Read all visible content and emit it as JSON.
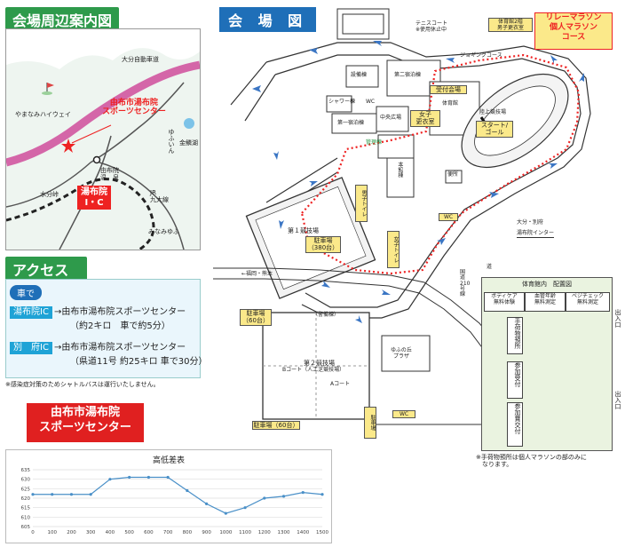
{
  "left_map": {
    "header": "会場周辺案内図",
    "labels": {
      "expressway": "大分自動車道",
      "golf": "やまなみハイウェイ",
      "venue_name": "由布市湯布院\nスポーツセンター",
      "yufuin": "ゆふいん",
      "kinrin": "金鱗湖",
      "onsen": "由布院\n温　泉",
      "jr": "JR\n九大線",
      "minami": "みなみゆふ",
      "mizuwake": "水分峠",
      "ic": "湯布院\nI・C"
    }
  },
  "access": {
    "header": "アクセス",
    "car_tag": "車で",
    "route1_ic": "湯布院IC",
    "route1_dest": "→由布市湯布院スポーツセンター",
    "route1_note": "（約2キロ　車で約5分）",
    "route2_ic": "別　府IC",
    "route2_dest": "→由布市湯布院スポーツセンター",
    "route2_note": "（県道11号 約25キロ 車で30分）",
    "note": "※感染症対策のためシャトルバスは運行いたしません。"
  },
  "venue_banner": "由布市湯布院\nスポーツセンター",
  "venue_map": {
    "header": "会 場 図",
    "tennis": "テニスコート\n※使用休止中",
    "jogging": "ジョギングコース",
    "setsubi": "設備棟",
    "dai2": "第二宿泊棟",
    "shower": "シャワー棟",
    "wc": "WC",
    "dai1": "第一宿泊棟",
    "chuou": "中央広場",
    "kanri": "管理棟",
    "honkan": "本館棟",
    "uketsuke": "受付会場",
    "taiikukan": "体育館",
    "joshi": "女子\n更衣室",
    "rikujo": "陸上競技場",
    "start": "スタート/\nゴール",
    "gym2": "体育館2階\n男子更衣室",
    "relay": "リレーマラソン\n個人マラソン\nコース",
    "field1": "第１競技場",
    "parking1": "駐車場\n（380台）",
    "toilet_m": "男子トイレ",
    "toilet_f": "女子トイレ",
    "wc2": "WC",
    "toilet_bldg": "便所",
    "to_fukuoka": "←福岡・熊本",
    "kuniroad": "国\n道\n210\n号\n線",
    "to_oita": "大分・別府",
    "yufuin_ic": "湯布院インター",
    "parking60a": "駐車場\n（60台）",
    "keibi": "（警備棟）",
    "field2": "第２競技場",
    "b_court": "Bコート（人工芝競技場）",
    "a_court": "Aコート",
    "yunooka": "ゆふの丘\nプラザ",
    "parking60b": "駐車場（60台）",
    "parking_small": "駐車場",
    "wc3": "WC",
    "road_label": "道"
  },
  "gym_layout": {
    "title": "体育館内　配置図",
    "bodycare": "ボディケア\n無料体験",
    "blood": "血管年齢\n無料測定",
    "veggie": "ベジチェック\n無料測定",
    "baggage": "手荷物預所",
    "sanka_uketsuke": "参加受付",
    "sankasho": "参加賞交付",
    "exit1": "出入口",
    "exit2": "出入口",
    "note": "※手荷物預所は個人マラソンの部のみに\n　なります。"
  },
  "chart_data": {
    "type": "line",
    "title": "高低差表",
    "xlabel": "",
    "ylabel": "",
    "x": [
      0,
      100,
      200,
      300,
      400,
      500,
      600,
      700,
      800,
      900,
      1000,
      1100,
      1200,
      1300,
      1400,
      1500
    ],
    "values": [
      622,
      622,
      622,
      622,
      630,
      631,
      631,
      631,
      624,
      617,
      612,
      615,
      620,
      621,
      623,
      622
    ],
    "xticks": [
      0,
      100,
      200,
      300,
      400,
      500,
      600,
      700,
      800,
      900,
      1000,
      1100,
      1200,
      1300,
      1400,
      1500
    ],
    "yticks": [
      605,
      610,
      615,
      620,
      625,
      630,
      635
    ],
    "ylim": [
      605,
      635
    ],
    "xlim": [
      0,
      1500
    ],
    "grid": true,
    "color": "#4a90c8"
  }
}
